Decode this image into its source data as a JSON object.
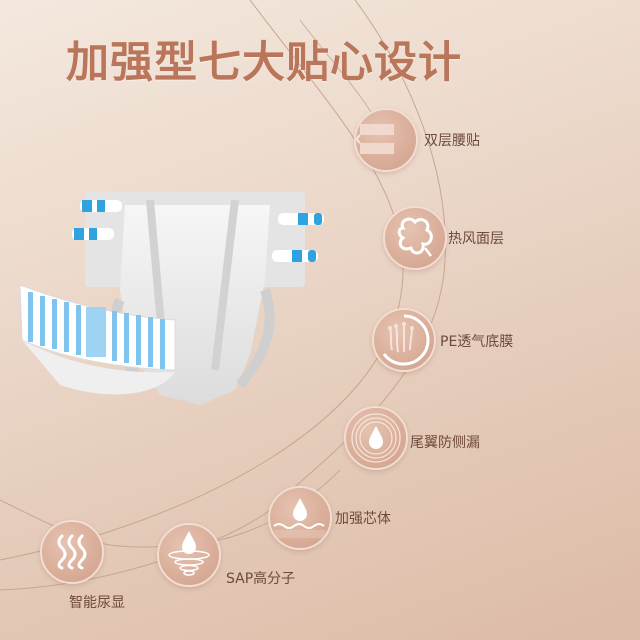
{
  "title": "加强型七大贴心设计",
  "colors": {
    "title": "#b9765a",
    "label": "#6e4a3c",
    "circle": "#d9ad98",
    "line": "#c7a18d",
    "tape_blue": "#2fa3e0"
  },
  "features": [
    {
      "label": "双层腰贴",
      "icon": "double-layer-waist-tape-icon"
    },
    {
      "label": "热风面层",
      "icon": "cotton-icon"
    },
    {
      "label": "PE透气底膜",
      "icon": "breathable-film-icon"
    },
    {
      "label": "尾翼防侧漏",
      "icon": "droplet-rings-icon"
    },
    {
      "label": "加强芯体",
      "icon": "droplet-wave-icon"
    },
    {
      "label": "SAP高分子",
      "icon": "droplet-vortex-icon"
    },
    {
      "label": "智能尿显",
      "icon": "wavy-lines-icon"
    }
  ],
  "product": {
    "name": "adult-diaper-image"
  }
}
